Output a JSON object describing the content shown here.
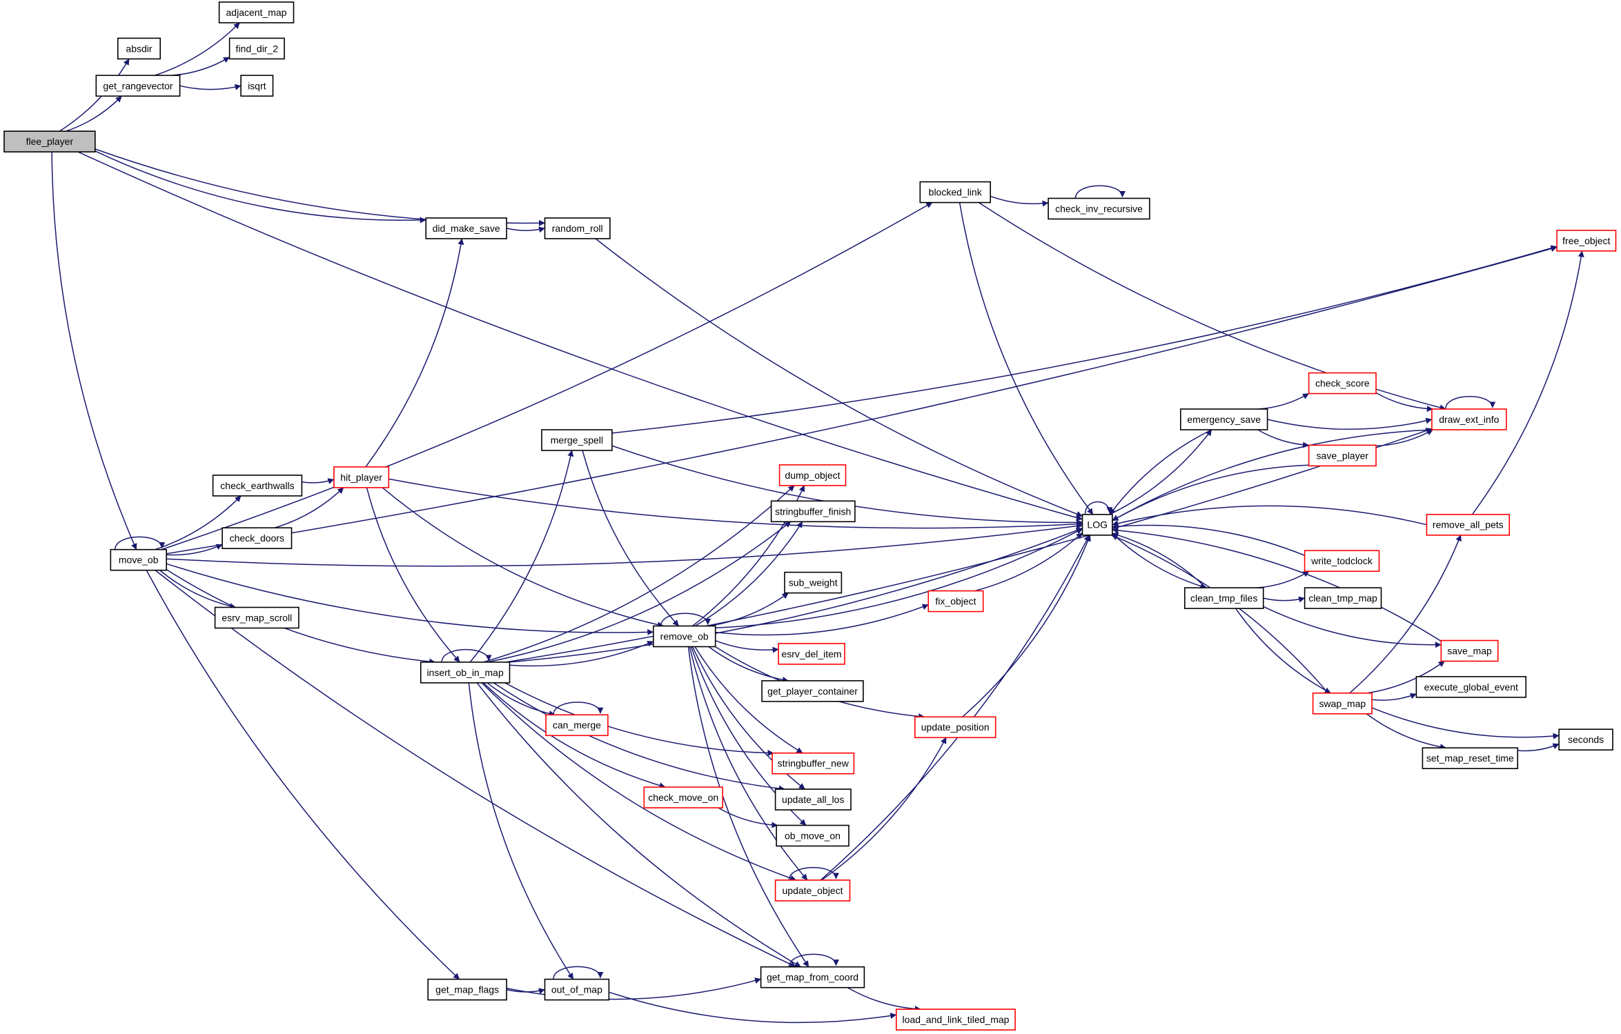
{
  "graph": {
    "root": "flee_player",
    "nodes": [
      {
        "id": "flee_player",
        "label": "flee_player",
        "style": "root"
      },
      {
        "id": "absdir",
        "label": "absdir",
        "style": "normal"
      },
      {
        "id": "get_rangevector",
        "label": "get_rangevector",
        "style": "normal"
      },
      {
        "id": "adjacent_map",
        "label": "adjacent_map",
        "style": "normal"
      },
      {
        "id": "find_dir_2",
        "label": "find_dir_2",
        "style": "normal"
      },
      {
        "id": "isqrt",
        "label": "isqrt",
        "style": "normal"
      },
      {
        "id": "blocked_link",
        "label": "blocked_link",
        "style": "normal"
      },
      {
        "id": "check_inv_recursive",
        "label": "check_inv_recursive",
        "style": "normal"
      },
      {
        "id": "did_make_save",
        "label": "did_make_save",
        "style": "normal"
      },
      {
        "id": "random_roll",
        "label": "random_roll",
        "style": "normal"
      },
      {
        "id": "free_object",
        "label": "free_object",
        "style": "truncated"
      },
      {
        "id": "check_earthwalls",
        "label": "check_earthwalls",
        "style": "normal"
      },
      {
        "id": "hit_player",
        "label": "hit_player",
        "style": "truncated"
      },
      {
        "id": "merge_spell",
        "label": "merge_spell",
        "style": "normal"
      },
      {
        "id": "check_doors",
        "label": "check_doors",
        "style": "normal"
      },
      {
        "id": "move_ob",
        "label": "move_ob",
        "style": "normal"
      },
      {
        "id": "esrv_map_scroll",
        "label": "esrv_map_scroll",
        "style": "normal"
      },
      {
        "id": "insert_ob_in_map",
        "label": "insert_ob_in_map",
        "style": "normal"
      },
      {
        "id": "remove_ob",
        "label": "remove_ob",
        "style": "normal"
      },
      {
        "id": "dump_object",
        "label": "dump_object",
        "style": "truncated"
      },
      {
        "id": "stringbuffer_finish",
        "label": "stringbuffer_finish",
        "style": "normal"
      },
      {
        "id": "sub_weight",
        "label": "sub_weight",
        "style": "normal"
      },
      {
        "id": "esrv_del_item",
        "label": "esrv_del_item",
        "style": "truncated"
      },
      {
        "id": "get_player_container",
        "label": "get_player_container",
        "style": "normal"
      },
      {
        "id": "can_merge",
        "label": "can_merge",
        "style": "truncated"
      },
      {
        "id": "stringbuffer_new",
        "label": "stringbuffer_new",
        "style": "truncated"
      },
      {
        "id": "check_move_on",
        "label": "check_move_on",
        "style": "truncated"
      },
      {
        "id": "update_all_los",
        "label": "update_all_los",
        "style": "normal"
      },
      {
        "id": "ob_move_on",
        "label": "ob_move_on",
        "style": "normal"
      },
      {
        "id": "update_object",
        "label": "update_object",
        "style": "truncated"
      },
      {
        "id": "update_position",
        "label": "update_position",
        "style": "truncated"
      },
      {
        "id": "fix_object",
        "label": "fix_object",
        "style": "truncated"
      },
      {
        "id": "LOG",
        "label": "LOG",
        "style": "normal"
      },
      {
        "id": "get_map_flags",
        "label": "get_map_flags",
        "style": "normal"
      },
      {
        "id": "out_of_map",
        "label": "out_of_map",
        "style": "normal"
      },
      {
        "id": "get_map_from_coord",
        "label": "get_map_from_coord",
        "style": "normal"
      },
      {
        "id": "load_and_link_tiled_map",
        "label": "load_and_link_tiled_map",
        "style": "truncated"
      },
      {
        "id": "emergency_save",
        "label": "emergency_save",
        "style": "normal"
      },
      {
        "id": "check_score",
        "label": "check_score",
        "style": "truncated"
      },
      {
        "id": "draw_ext_info",
        "label": "draw_ext_info",
        "style": "truncated"
      },
      {
        "id": "save_player",
        "label": "save_player",
        "style": "truncated"
      },
      {
        "id": "remove_all_pets",
        "label": "remove_all_pets",
        "style": "truncated"
      },
      {
        "id": "write_todclock",
        "label": "write_todclock",
        "style": "truncated"
      },
      {
        "id": "clean_tmp_files",
        "label": "clean_tmp_files",
        "style": "normal"
      },
      {
        "id": "clean_tmp_map",
        "label": "clean_tmp_map",
        "style": "normal"
      },
      {
        "id": "save_map",
        "label": "save_map",
        "style": "truncated"
      },
      {
        "id": "swap_map",
        "label": "swap_map",
        "style": "truncated"
      },
      {
        "id": "execute_global_event",
        "label": "execute_global_event",
        "style": "normal"
      },
      {
        "id": "set_map_reset_time",
        "label": "set_map_reset_time",
        "style": "normal"
      },
      {
        "id": "seconds",
        "label": "seconds",
        "style": "normal"
      }
    ],
    "edges": [
      [
        "flee_player",
        "absdir"
      ],
      [
        "flee_player",
        "get_rangevector"
      ],
      [
        "flee_player",
        "LOG"
      ],
      [
        "flee_player",
        "random_roll"
      ],
      [
        "flee_player",
        "did_make_save"
      ],
      [
        "flee_player",
        "move_ob"
      ],
      [
        "get_rangevector",
        "adjacent_map"
      ],
      [
        "get_rangevector",
        "find_dir_2"
      ],
      [
        "get_rangevector",
        "isqrt"
      ],
      [
        "blocked_link",
        "check_inv_recursive"
      ],
      [
        "check_inv_recursive",
        "check_inv_recursive"
      ],
      [
        "blocked_link",
        "LOG"
      ],
      [
        "blocked_link",
        "draw_ext_info"
      ],
      [
        "did_make_save",
        "random_roll"
      ],
      [
        "random_roll",
        "LOG"
      ],
      [
        "move_ob",
        "move_ob"
      ],
      [
        "move_ob",
        "blocked_link"
      ],
      [
        "move_ob",
        "LOG"
      ],
      [
        "move_ob",
        "free_object"
      ],
      [
        "move_ob",
        "check_earthwalls"
      ],
      [
        "move_ob",
        "check_doors"
      ],
      [
        "move_ob",
        "esrv_map_scroll"
      ],
      [
        "move_ob",
        "insert_ob_in_map"
      ],
      [
        "move_ob",
        "remove_ob"
      ],
      [
        "move_ob",
        "get_map_flags"
      ],
      [
        "move_ob",
        "get_map_from_coord"
      ],
      [
        "check_earthwalls",
        "hit_player"
      ],
      [
        "check_doors",
        "hit_player"
      ],
      [
        "hit_player",
        "did_make_save"
      ],
      [
        "hit_player",
        "LOG"
      ],
      [
        "hit_player",
        "insert_ob_in_map"
      ],
      [
        "hit_player",
        "remove_ob"
      ],
      [
        "merge_spell",
        "free_object"
      ],
      [
        "merge_spell",
        "LOG"
      ],
      [
        "merge_spell",
        "remove_ob"
      ],
      [
        "insert_ob_in_map",
        "insert_ob_in_map"
      ],
      [
        "insert_ob_in_map",
        "merge_spell"
      ],
      [
        "insert_ob_in_map",
        "dump_object"
      ],
      [
        "insert_ob_in_map",
        "stringbuffer_finish"
      ],
      [
        "insert_ob_in_map",
        "remove_ob"
      ],
      [
        "insert_ob_in_map",
        "can_merge"
      ],
      [
        "insert_ob_in_map",
        "stringbuffer_new"
      ],
      [
        "insert_ob_in_map",
        "check_move_on"
      ],
      [
        "insert_ob_in_map",
        "update_all_los"
      ],
      [
        "insert_ob_in_map",
        "update_object"
      ],
      [
        "insert_ob_in_map",
        "LOG"
      ],
      [
        "insert_ob_in_map",
        "out_of_map"
      ],
      [
        "insert_ob_in_map",
        "get_map_from_coord"
      ],
      [
        "insert_ob_in_map",
        "draw_ext_info"
      ],
      [
        "can_merge",
        "can_merge"
      ],
      [
        "check_move_on",
        "ob_move_on"
      ],
      [
        "remove_ob",
        "remove_ob"
      ],
      [
        "remove_ob",
        "dump_object"
      ],
      [
        "remove_ob",
        "stringbuffer_finish"
      ],
      [
        "remove_ob",
        "sub_weight"
      ],
      [
        "remove_ob",
        "esrv_del_item"
      ],
      [
        "remove_ob",
        "get_player_container"
      ],
      [
        "remove_ob",
        "stringbuffer_new"
      ],
      [
        "remove_ob",
        "update_all_los"
      ],
      [
        "remove_ob",
        "ob_move_on"
      ],
      [
        "remove_ob",
        "update_object"
      ],
      [
        "remove_ob",
        "get_map_from_coord"
      ],
      [
        "remove_ob",
        "update_position"
      ],
      [
        "remove_ob",
        "fix_object"
      ],
      [
        "remove_ob",
        "LOG"
      ],
      [
        "fix_object",
        "LOG"
      ],
      [
        "update_position",
        "LOG"
      ],
      [
        "update_object",
        "update_object"
      ],
      [
        "update_object",
        "update_position"
      ],
      [
        "update_object",
        "LOG"
      ],
      [
        "get_map_flags",
        "out_of_map"
      ],
      [
        "get_map_flags",
        "get_map_from_coord"
      ],
      [
        "out_of_map",
        "out_of_map"
      ],
      [
        "out_of_map",
        "load_and_link_tiled_map"
      ],
      [
        "get_map_from_coord",
        "get_map_from_coord"
      ],
      [
        "get_map_from_coord",
        "load_and_link_tiled_map"
      ],
      [
        "LOG",
        "LOG"
      ],
      [
        "LOG",
        "emergency_save"
      ],
      [
        "LOG",
        "clean_tmp_files"
      ],
      [
        "emergency_save",
        "LOG"
      ],
      [
        "emergency_save",
        "check_score"
      ],
      [
        "emergency_save",
        "draw_ext_info"
      ],
      [
        "emergency_save",
        "save_player"
      ],
      [
        "check_score",
        "draw_ext_info"
      ],
      [
        "save_player",
        "draw_ext_info"
      ],
      [
        "save_player",
        "LOG"
      ],
      [
        "draw_ext_info",
        "draw_ext_info"
      ],
      [
        "draw_ext_info",
        "LOG"
      ],
      [
        "remove_all_pets",
        "free_object"
      ],
      [
        "remove_all_pets",
        "LOG"
      ],
      [
        "write_todclock",
        "LOG"
      ],
      [
        "clean_tmp_files",
        "LOG"
      ],
      [
        "clean_tmp_files",
        "write_todclock"
      ],
      [
        "clean_tmp_files",
        "clean_tmp_map"
      ],
      [
        "clean_tmp_files",
        "save_map"
      ],
      [
        "clean_tmp_files",
        "swap_map"
      ],
      [
        "save_map",
        "LOG"
      ],
      [
        "swap_map",
        "remove_all_pets"
      ],
      [
        "swap_map",
        "save_map"
      ],
      [
        "swap_map",
        "execute_global_event"
      ],
      [
        "swap_map",
        "seconds"
      ],
      [
        "swap_map",
        "set_map_reset_time"
      ],
      [
        "swap_map",
        "LOG"
      ],
      [
        "set_map_reset_time",
        "seconds"
      ]
    ]
  },
  "colors": {
    "edge": "#191970",
    "node_border": "#000000",
    "truncated_border": "#ff0000",
    "root_fill": "#bfbfbf",
    "node_fill": "#ffffff"
  }
}
